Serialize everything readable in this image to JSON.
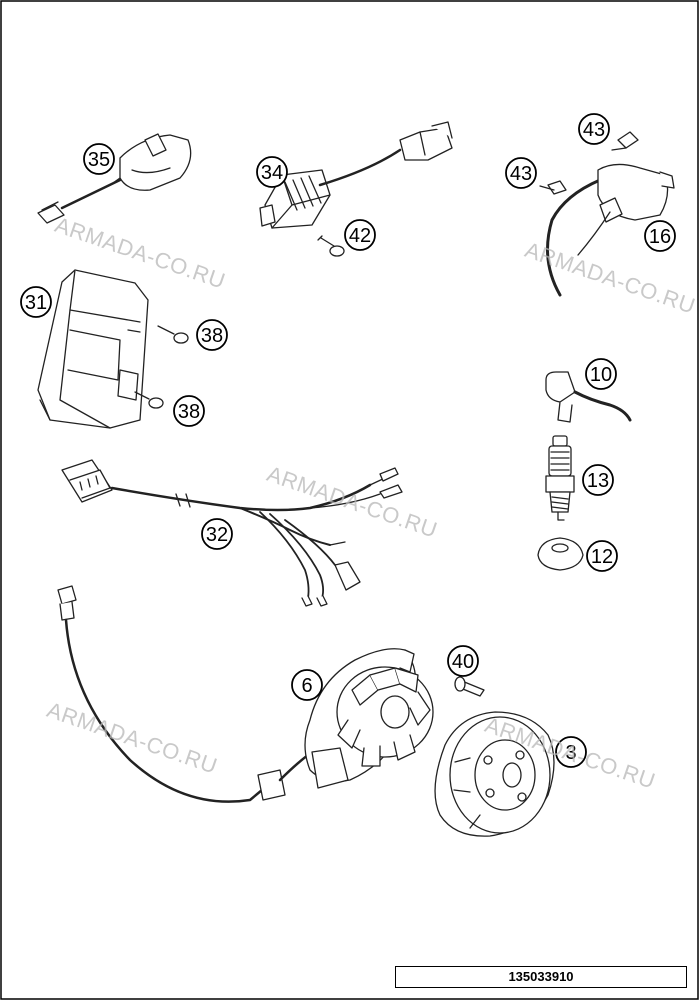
{
  "diagram_id": "135033910",
  "watermark_text": "ARMADA-CO.RU",
  "callouts": [
    {
      "id": "callout-35",
      "label": "35"
    },
    {
      "id": "callout-34",
      "label": "34"
    },
    {
      "id": "callout-42",
      "label": "42"
    },
    {
      "id": "callout-43a",
      "label": "43"
    },
    {
      "id": "callout-43b",
      "label": "43"
    },
    {
      "id": "callout-16",
      "label": "16"
    },
    {
      "id": "callout-31",
      "label": "31"
    },
    {
      "id": "callout-38a",
      "label": "38"
    },
    {
      "id": "callout-38b",
      "label": "38"
    },
    {
      "id": "callout-10",
      "label": "10"
    },
    {
      "id": "callout-13",
      "label": "13"
    },
    {
      "id": "callout-12",
      "label": "12"
    },
    {
      "id": "callout-32",
      "label": "32"
    },
    {
      "id": "callout-40",
      "label": "40"
    },
    {
      "id": "callout-6",
      "label": "6"
    },
    {
      "id": "callout-3",
      "label": "3"
    }
  ]
}
